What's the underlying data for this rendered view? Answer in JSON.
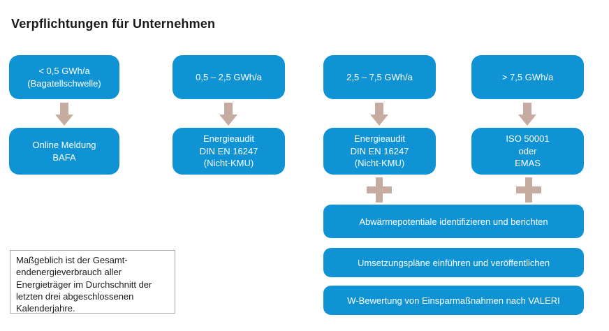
{
  "title": "Verpflichtungen für Unternehmen",
  "colors": {
    "box_blue": "#0f93d4",
    "arrow_tan": "#c5aba0",
    "box_text": "#ffffff",
    "note_border": "#a6a6a6"
  },
  "columns": [
    {
      "threshold": "< 0,5 GWh/a\n(Bagatellschwelle)",
      "obligation": "Online Meldung\nBAFA",
      "has_plus": false
    },
    {
      "threshold": "0,5 – 2,5 GWh/a",
      "obligation": "Energieaudit\nDIN EN 16247\n(Nicht-KMU)",
      "has_plus": false
    },
    {
      "threshold": "2,5 – 7,5 GWh/a",
      "obligation": "Energieaudit\nDIN EN 16247\n(Nicht-KMU)",
      "has_plus": true
    },
    {
      "threshold": "> 7,5 GWh/a",
      "obligation": "ISO 50001\noder\nEMAS",
      "has_plus": true
    }
  ],
  "additional_obligations": [
    "Abwärmepotentiale identifizieren und berichten",
    "Umsetzungspläne einführen und veröffentlichen",
    "W-Bewertung von Einsparmaßnahmen nach VALERI"
  ],
  "note": "Maßgeblich ist der Gesamt-\nendenergieverbrauch aller\nEnergieträger im Durchschnitt der\nletzten drei abgeschlossenen\nKalenderjahre."
}
